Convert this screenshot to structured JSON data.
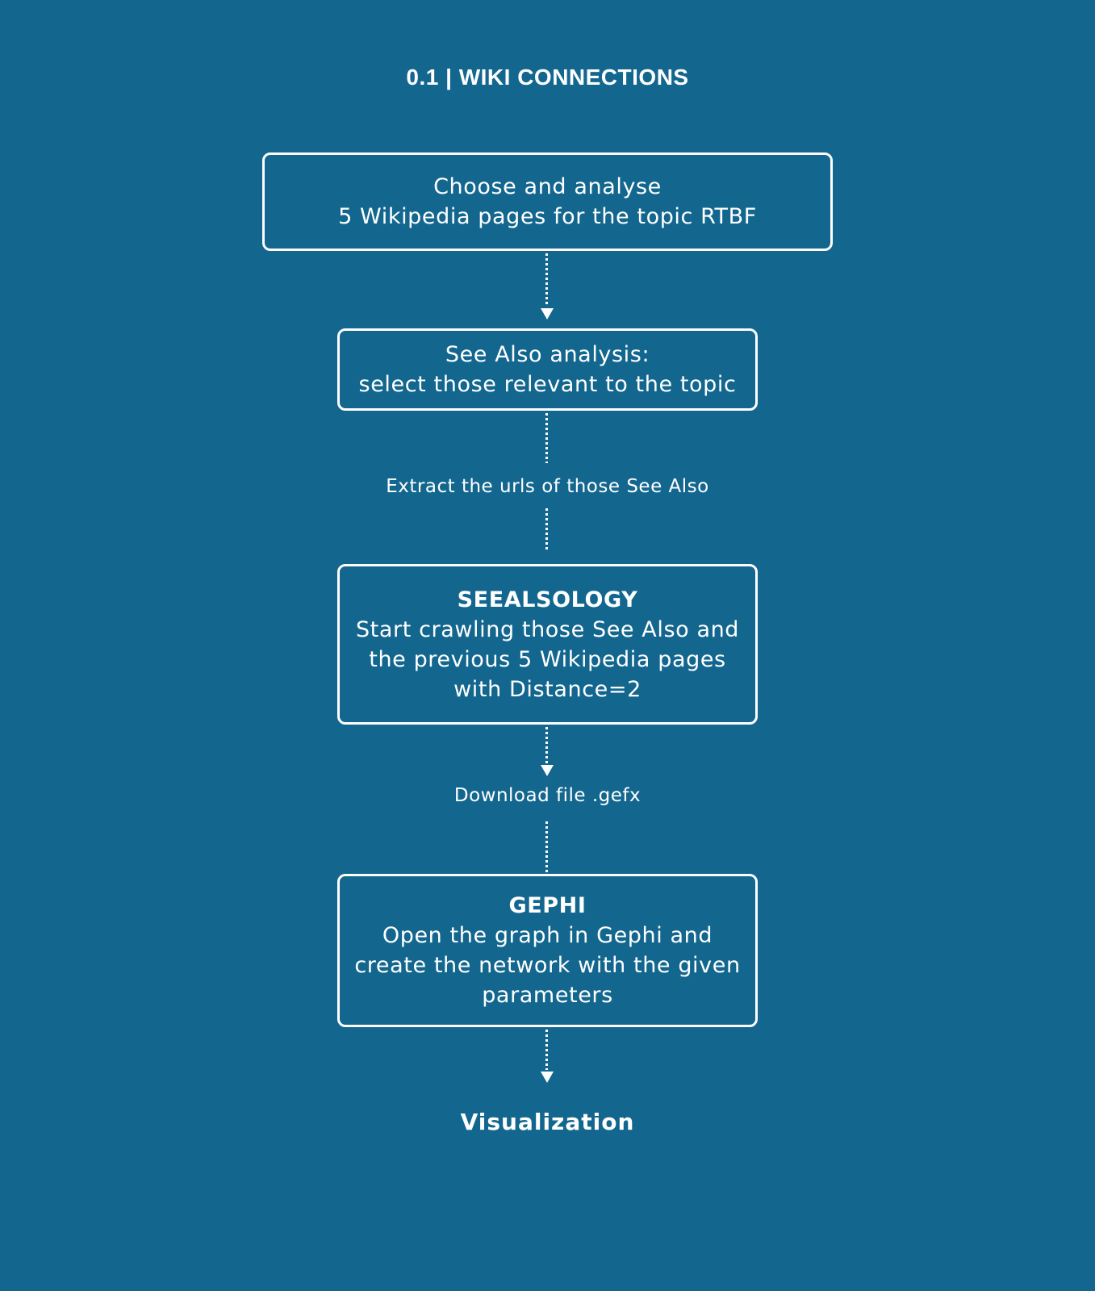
{
  "title": "0.1 | WIKI CONNECTIONS",
  "steps": [
    {
      "lines": [
        "Choose and analyse",
        "5 Wikipedia pages for the topic RTBF"
      ]
    },
    {
      "lines": [
        "See Also analysis:",
        "select those relevant to the topic"
      ]
    },
    {
      "heading": "SEEALSOLOGY",
      "lines": [
        "Start crawling those See Also and",
        "the previous 5 Wikipedia pages",
        "with Distance=2"
      ]
    },
    {
      "heading": "GEPHI",
      "lines": [
        "Open the graph in Gephi and",
        "create the network with the given",
        "parameters"
      ]
    }
  ],
  "connector_labels": {
    "extract": "Extract the urls of those See Also",
    "download": "Download file .gefx"
  },
  "final": "Visualization"
}
